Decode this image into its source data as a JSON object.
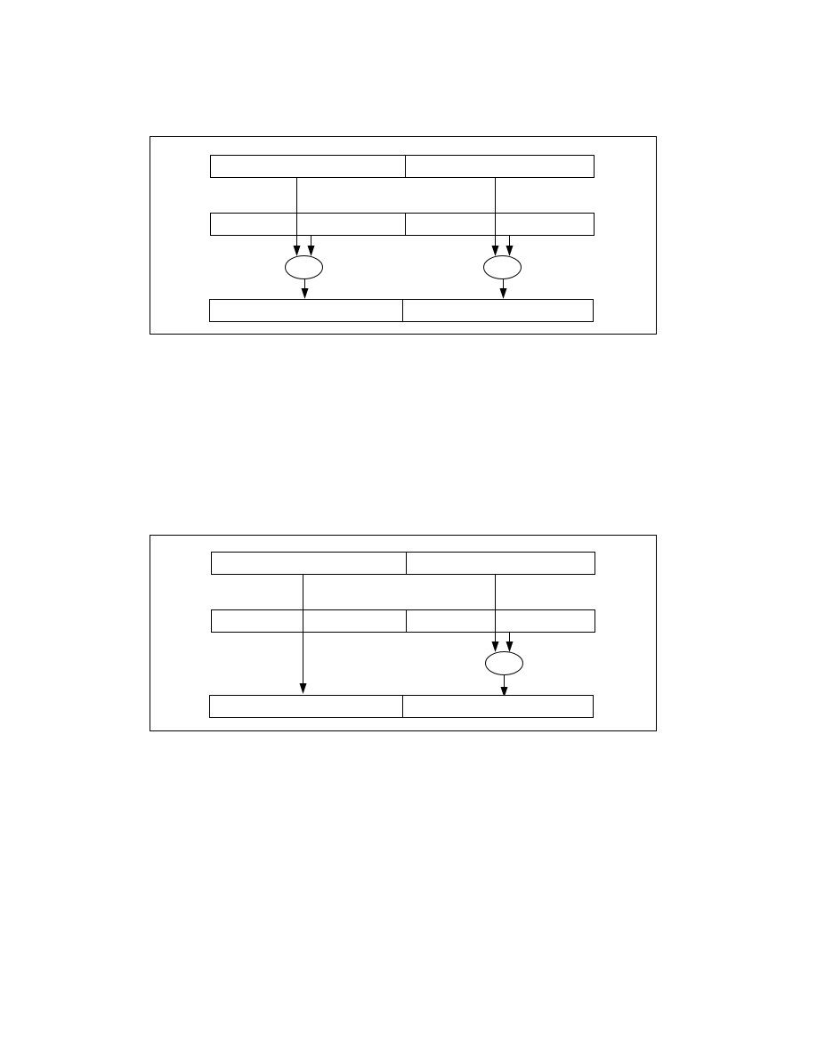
{
  "page": {
    "background": "#ffffff",
    "stroke_color": "#000000"
  },
  "diagrams": [
    {
      "name": "top-figure",
      "register_rows": 3,
      "fields_per_row": 2,
      "combine_nodes": 2,
      "text": []
    },
    {
      "name": "bottom-figure",
      "register_rows": 3,
      "fields_per_row": 2,
      "combine_nodes": 1,
      "pass_through_paths": 1,
      "text": []
    }
  ]
}
